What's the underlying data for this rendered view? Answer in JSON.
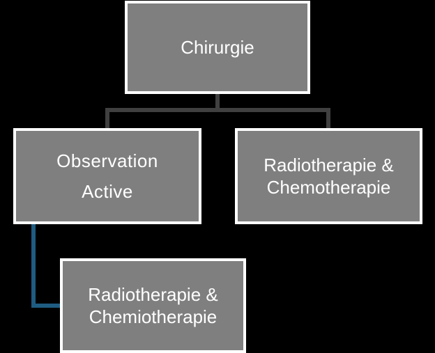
{
  "diagram": {
    "nodes": {
      "root": {
        "lines": [
          "Chirurgie"
        ]
      },
      "observation": {
        "lines": [
          "Observation",
          "Active"
        ]
      },
      "radio_chemo": {
        "lines": [
          "Radiotherapie &",
          "Chemotherapie"
        ]
      },
      "radio_chemio": {
        "lines": [
          "Radiotherapie &",
          "Chemiotherapie"
        ]
      }
    },
    "edges": [
      {
        "from": "root",
        "to": "observation"
      },
      {
        "from": "root",
        "to": "radio_chemo"
      },
      {
        "from": "observation",
        "to": "radio_chemio"
      }
    ],
    "colors": {
      "background": "#000000",
      "node_fill": "#7f7f7f",
      "node_border": "#ffffff",
      "text": "#ffffff",
      "tree_connector": "#404040",
      "accent_connector": "#1f5c82"
    }
  }
}
